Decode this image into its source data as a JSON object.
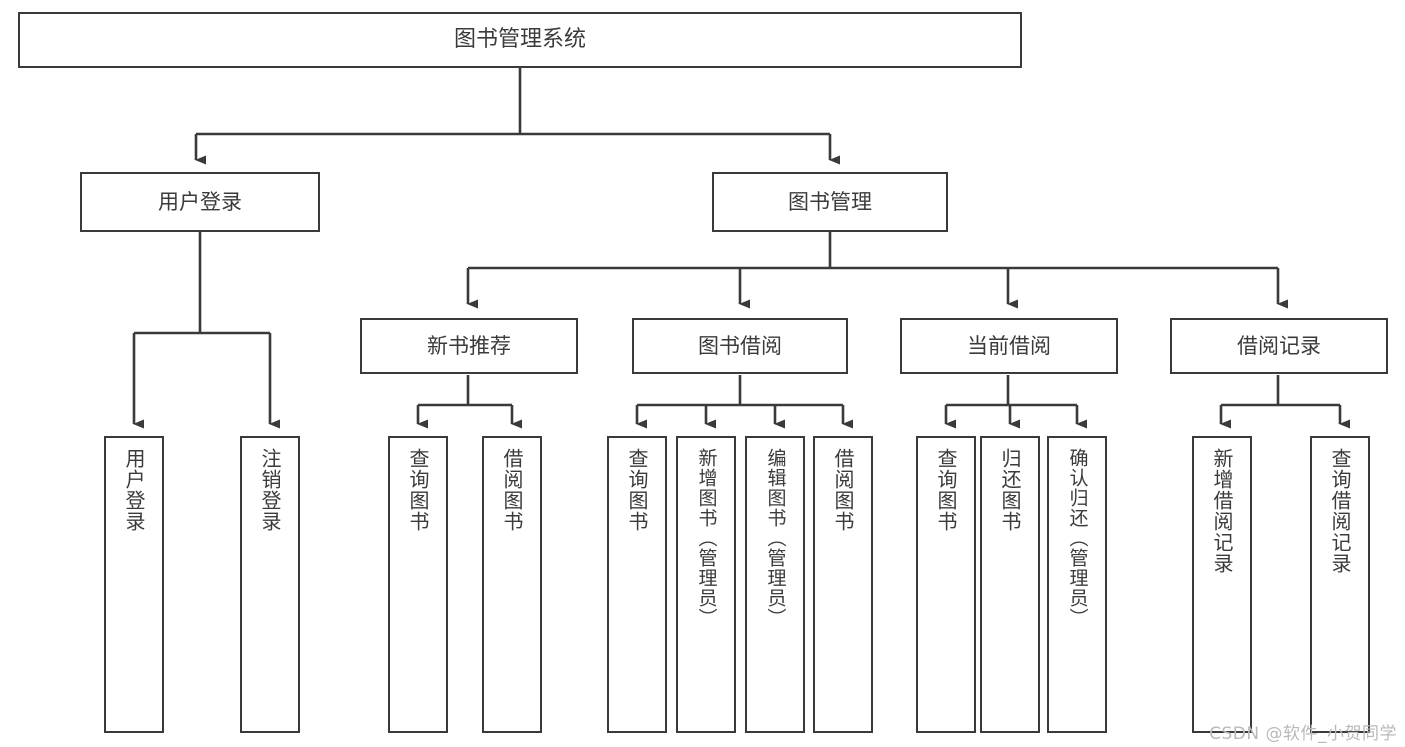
{
  "diagram": {
    "title": "图书管理系统",
    "type": "tree-hierarchy",
    "watermark": "CSDN @软件_小贺同学",
    "colors": {
      "stroke": "#3a3a3a",
      "text": "#3b3b3b",
      "background": "#ffffff",
      "watermark": "#b9b9b9"
    },
    "nodes": {
      "root": {
        "label": "图书管理系统"
      },
      "level2": [
        {
          "label": "用户登录"
        },
        {
          "label": "图书管理"
        }
      ],
      "level3": [
        {
          "label": "新书推荐"
        },
        {
          "label": "图书借阅"
        },
        {
          "label": "当前借阅"
        },
        {
          "label": "借阅记录"
        }
      ],
      "leaves": {
        "user_login": [
          {
            "label": "用户登录"
          },
          {
            "label": "注销登录"
          }
        ],
        "new_book_recommend": [
          {
            "label": "查询图书"
          },
          {
            "label": "借阅图书"
          }
        ],
        "book_borrow": [
          {
            "label": "查询图书"
          },
          {
            "label": "新增图书（管理员）"
          },
          {
            "label": "编辑图书（管理员）"
          },
          {
            "label": "借阅图书"
          }
        ],
        "current_borrow": [
          {
            "label": "查询图书"
          },
          {
            "label": "归还图书"
          },
          {
            "label": "确认归还（管理员）"
          }
        ],
        "borrow_record": [
          {
            "label": "新增借阅记录"
          },
          {
            "label": "查询借阅记录"
          }
        ]
      }
    }
  }
}
